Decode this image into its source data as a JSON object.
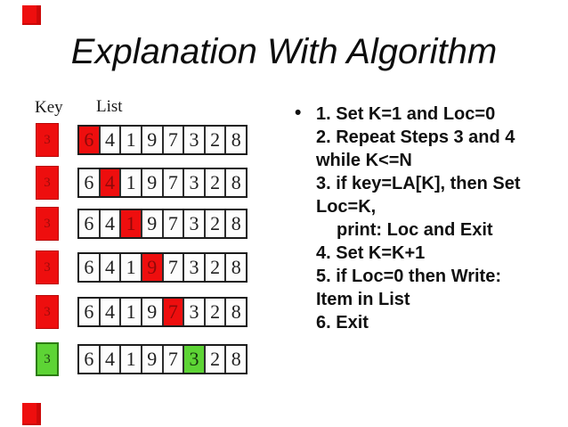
{
  "title": "Explanation With Algorithm",
  "diagram": {
    "key_label": "Key",
    "list_label": "List",
    "cells": [
      "6",
      "4",
      "1",
      "9",
      "7",
      "3",
      "2",
      "8"
    ],
    "rows": [
      {
        "key": "3",
        "highlight_index": 0,
        "highlight": "red"
      },
      {
        "key": "3",
        "highlight_index": 1,
        "highlight": "red"
      },
      {
        "key": "3",
        "highlight_index": 2,
        "highlight": "red"
      },
      {
        "key": "3",
        "highlight_index": 3,
        "highlight": "red"
      },
      {
        "key": "3",
        "highlight_index": 4,
        "highlight": "red"
      },
      {
        "key": "3",
        "highlight_index": 5,
        "highlight": "green"
      }
    ]
  },
  "algorithm": {
    "bullet": "•",
    "lines": [
      {
        "text": "1. Set K=1 and Loc=0",
        "indent": false
      },
      {
        "text": "2. Repeat Steps 3 and 4",
        "indent": false
      },
      {
        "text": "while K<=N",
        "indent": false
      },
      {
        "text": "3. if key=LA[K], then Set",
        "indent": false
      },
      {
        "text": "Loc=K,",
        "indent": false
      },
      {
        "text": "print: Loc and Exit",
        "indent": true
      },
      {
        "text": "4. Set K=K+1",
        "indent": false
      },
      {
        "text": "5. if Loc=0 then Write:",
        "indent": false
      },
      {
        "text": "Item in List",
        "indent": false
      },
      {
        "text": "6. Exit",
        "indent": false
      }
    ]
  },
  "colors": {
    "highlight_red": "#ee0e0e",
    "highlight_green": "#5dd435",
    "maroon_digit": "#8e0909",
    "corner_accent": "#ee0e0e"
  }
}
